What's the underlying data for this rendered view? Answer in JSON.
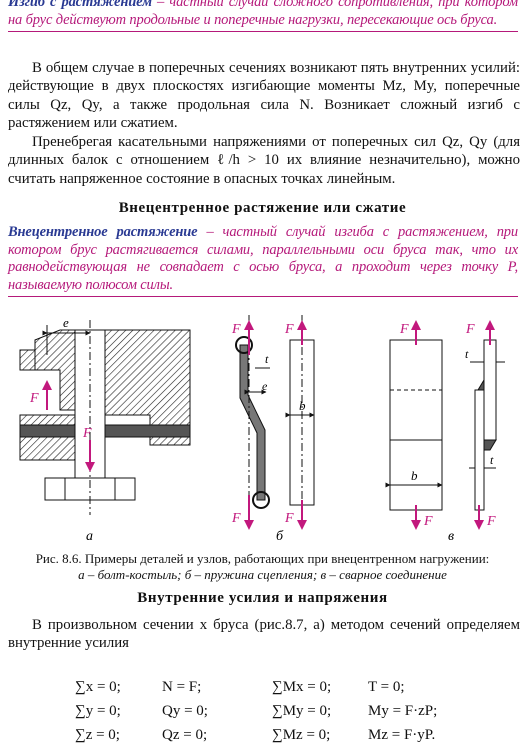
{
  "bending_def": {
    "term": "Изгиб с растяжением",
    "text": " – частный случай сложного сопротивления, при котором на брус действуют продольные и поперечные нагрузки, пересекающие ось бруса."
  },
  "para1": "В общем случае в поперечных сечениях возникают пять внутренних усилий: действующие в двух плоскостях изгибающие моменты Mz, My, поперечные силы Qz, Qy, а также продольная сила N. Возникает сложный изгиб с растяжением или сжатием.",
  "para2": "Пренебрегая касательными напряжениями от поперечных сил Qz, Qy (для длинных балок с отношением ℓ/h > 10 их влияние незначительно), можно считать напряженное состояние в опасных точках линейным.",
  "heading1": "Внецентренное растяжение или сжатие",
  "eccentric_def": {
    "term": "Внецентренное растяжение",
    "text": " – частный случай изгиба с растяжением, при котором брус растягивается силами, параллельными оси бруса так, что их равнодействующая не совпадает с осью бруса, а проходит через точку P, называемую полюсом силы."
  },
  "figure": {
    "label_a": "а",
    "label_b": "б",
    "label_c": "в",
    "force": "F",
    "e": "e",
    "t": "t",
    "b": "b",
    "accent_color": "#c2187d"
  },
  "caption": {
    "line1": "Рис. 8.6. Примеры деталей и узлов, работающих при внецентренном нагружении:",
    "line2": "а – болт-костыль; б – пружина сцепления; в – сварное соединение"
  },
  "heading2": "Внутренние усилия и напряжения",
  "para3": "В произвольном сечении x бруса (рис.8.7, а) методом сечений определяем внутренние усилия",
  "equations": [
    [
      "∑x = 0;",
      "N = F;",
      "∑Mx = 0;",
      "T = 0;"
    ],
    [
      "∑y = 0;",
      "Qy = 0;",
      "∑My = 0;",
      "My = F·zP;"
    ],
    [
      "∑z = 0;",
      "Qz = 0;",
      "∑Mz = 0;",
      "Mz = F·yP."
    ]
  ]
}
